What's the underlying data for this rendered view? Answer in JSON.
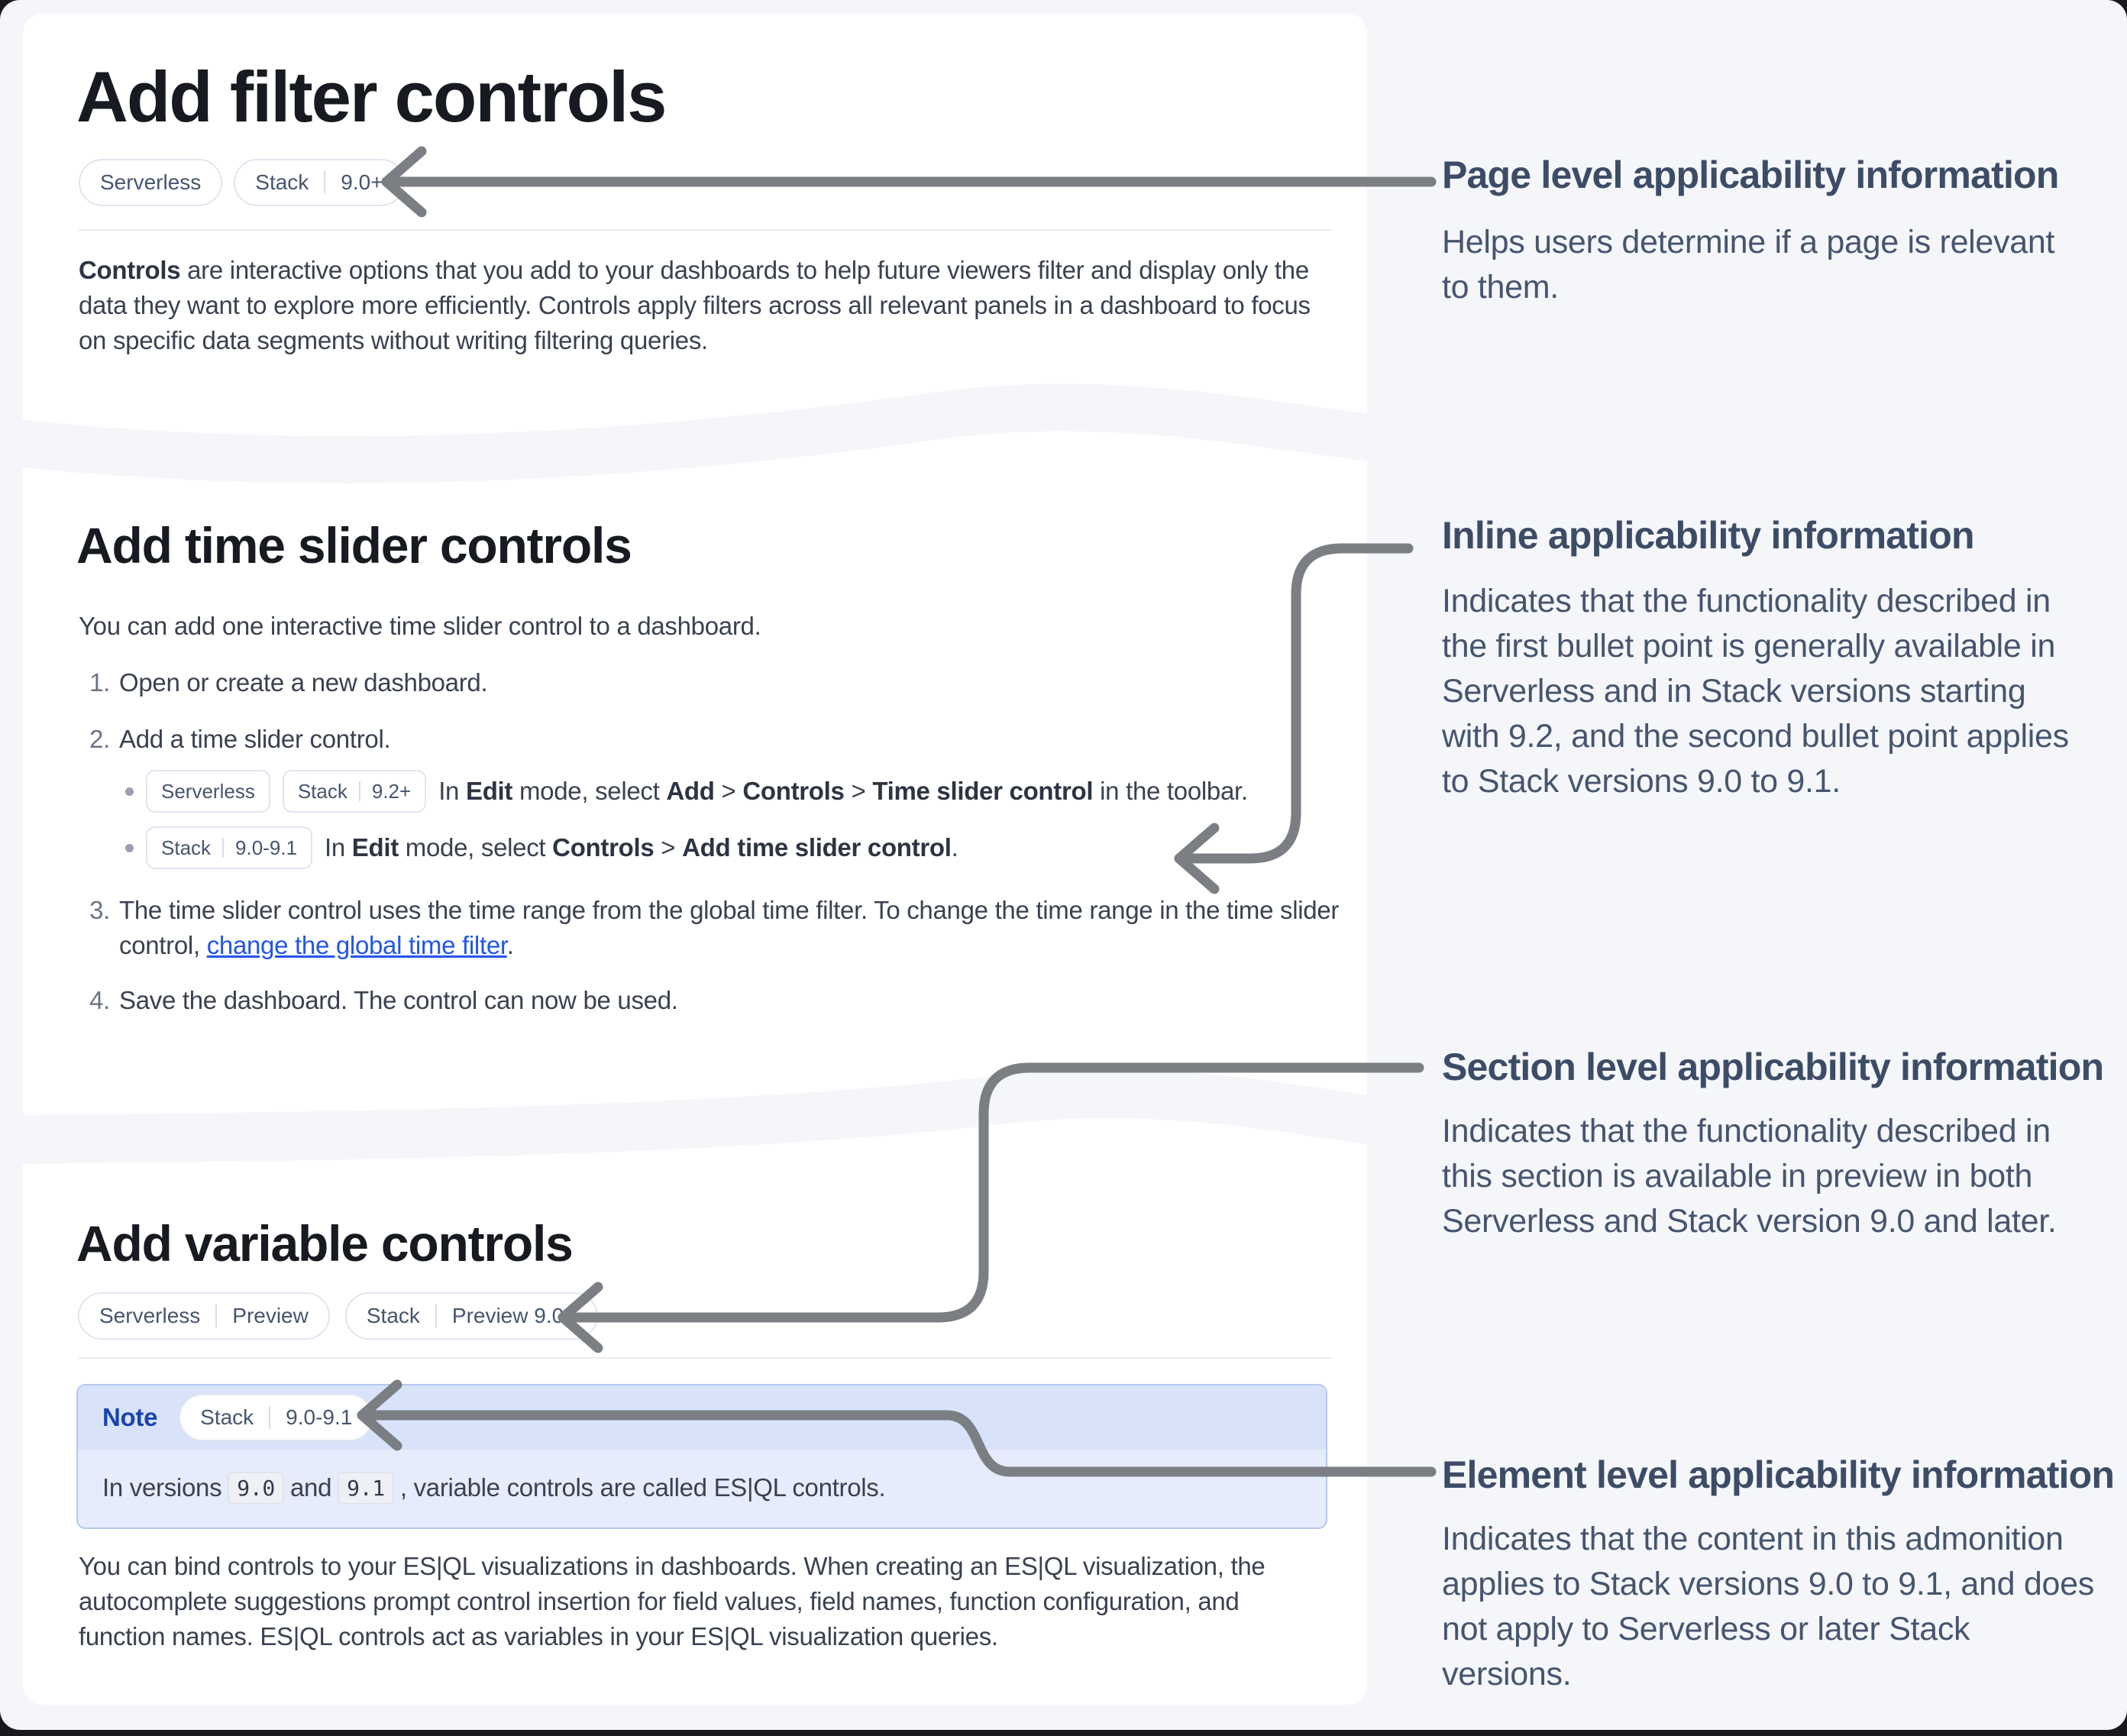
{
  "page": {
    "bg_color": "#f4f6fa",
    "arrow_color": "#7b7e83",
    "link_color": "#2356e8",
    "note_blue": "#1b43ae"
  },
  "card1": {
    "title": "Add filter controls",
    "badge1_s1": "Serverless",
    "badge2_s1": "Stack",
    "badge2_s2": "9.0+",
    "para_l1_bold": "Controls",
    "para_l1_rest": " are interactive options that you add to your dashboards to help future viewers filter and display only the",
    "para_l2": "data they want to explore more efficiently. Controls apply filters across all relevant panels in a dashboard to focus",
    "para_l3": "on specific data segments without writing filtering queries."
  },
  "card2": {
    "title": "Add time slider controls",
    "intro": "You can add one interactive time slider control to a dashboard.",
    "step1_num": "1.",
    "step1": "Open or create a new dashboard.",
    "step2_num": "2.",
    "step2": "Add a time slider control.",
    "bullet1": {
      "badge1_s1": "Serverless",
      "badge2_s1": "Stack",
      "badge2_s2": "9.2+",
      "t1": "In ",
      "b1": "Edit",
      "t2": " mode, select ",
      "b2": "Add",
      "t3": " > ",
      "b3": "Controls",
      "t4": " > ",
      "b4": "Time slider control",
      "t5": " in the toolbar."
    },
    "bullet2": {
      "badge1_s1": "Stack",
      "badge1_s2": "9.0-9.1",
      "t1": "In ",
      "b1": "Edit",
      "t2": " mode, select ",
      "b2": "Controls",
      "t3": " > ",
      "b3": "Add time slider control",
      "t4": "."
    },
    "step3_num": "3.",
    "step3_line1": "The time slider control uses the time range from the global time filter. To change the time range in the time slider",
    "step3_pre": "control, ",
    "step3_link": "change the global time filter",
    "step3_post": ".",
    "step4_num": "4.",
    "step4": "Save the dashboard. The control can now be used."
  },
  "card3": {
    "title": "Add variable controls",
    "badge1_s1": "Serverless",
    "badge1_s2": "Preview",
    "badge2_s1": "Stack",
    "badge2_s2": "Preview 9.0+",
    "note": {
      "label": "Note",
      "badge_s1": "Stack",
      "badge_s2": "9.0-9.1",
      "t1": "In versions",
      "code1": "9.0",
      "t2": "and",
      "code2": "9.1",
      "t3": ", variable controls are called ES|QL controls."
    },
    "para_l1": "You can bind controls to your ES|QL visualizations in dashboards. When creating an ES|QL visualization, the",
    "para_l2": "autocomplete suggestions prompt control insertion for field values, field names, function configuration, and",
    "para_l3": "function names. ES|QL controls act as variables in your ES|QL visualization queries."
  },
  "annotations": {
    "a1": {
      "heading": "Page level applicability information",
      "lines": [
        "Helps users determine if a page is relevant",
        "to them."
      ]
    },
    "a2": {
      "heading": "Inline applicability information",
      "lines": [
        "Indicates that the functionality described in",
        "the first bullet point is generally available in",
        "Serverless and in Stack versions starting",
        "with 9.2, and the second bullet point applies",
        "to Stack versions 9.0 to 9.1."
      ]
    },
    "a3": {
      "heading": "Section level applicability information",
      "lines": [
        "Indicates that the functionality described in",
        "this section is available in preview in both",
        "Serverless and Stack version 9.0 and later."
      ]
    },
    "a4": {
      "heading": "Element level applicability information",
      "lines": [
        "Indicates that the content in this admonition",
        "applies to Stack versions 9.0 to 9.1, and does",
        "not apply to Serverless or later Stack",
        "versions."
      ]
    }
  }
}
